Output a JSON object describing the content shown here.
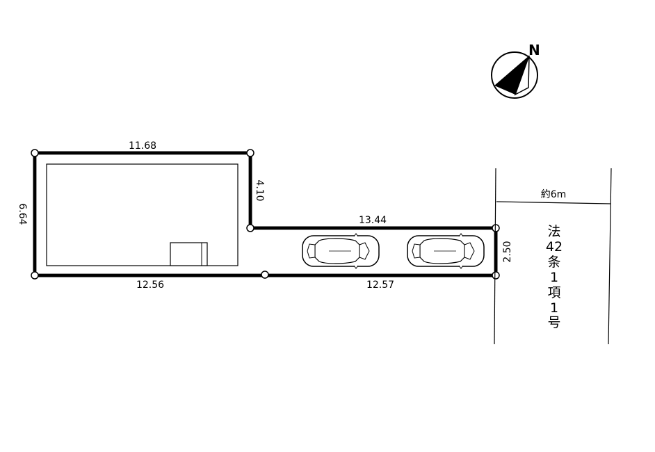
{
  "compass": {
    "label": "N"
  },
  "dimensions": {
    "top": "11.68",
    "left": "6.64",
    "notch_vertical": "4.10",
    "driveway_top": "13.44",
    "right": "2.50",
    "bottom_left": "12.56",
    "bottom_right": "12.57"
  },
  "road": {
    "width_label": "約6m",
    "classification": [
      "法",
      "42",
      "条",
      "1",
      "項",
      "1",
      "号"
    ]
  }
}
